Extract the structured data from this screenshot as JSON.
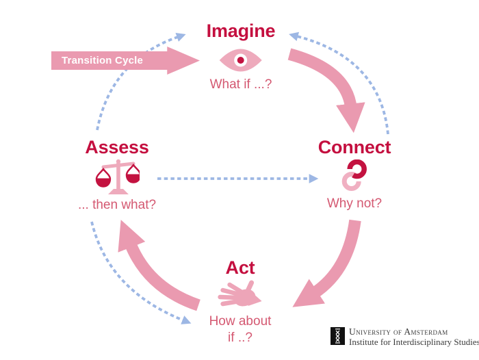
{
  "diagram": {
    "banner": {
      "label": "Transition Cycle"
    },
    "stages": [
      {
        "id": "imagine",
        "title": "Imagine",
        "subtitle": "What if ...?",
        "icon": "eye-icon"
      },
      {
        "id": "connect",
        "title": "Connect",
        "subtitle": "Why not?",
        "icon": "chain-links-icon"
      },
      {
        "id": "act",
        "title": "Act",
        "subtitle": "How about\nif ..?",
        "icon": "hand-icon"
      },
      {
        "id": "assess",
        "title": "Assess",
        "subtitle": "... then what?",
        "icon": "scales-icon"
      }
    ],
    "flow": {
      "solid_arrows": [
        {
          "from": "Imagine",
          "to": "Connect"
        },
        {
          "from": "Connect",
          "to": "Act"
        },
        {
          "from": "Act",
          "to": "Assess"
        }
      ],
      "dashed_arrows": [
        {
          "from": "Assess",
          "to": "Imagine"
        },
        {
          "from": "Connect",
          "to": "Imagine"
        },
        {
          "from": "Assess",
          "to": "Connect"
        },
        {
          "from": "Assess",
          "to": "Act"
        }
      ]
    },
    "colors": {
      "heading": "#c40f3f",
      "subtitle": "#d45871",
      "solid_arrow": "#ea9ab0",
      "dashed_arrow": "#9db7e4",
      "banner_bg": "#ea9ab0",
      "banner_text": "#ffffff",
      "icon_dark": "#c31240",
      "icon_light": "#eeaabc",
      "footer_text": "#3b3b3b",
      "logo_bg": "#111111"
    }
  },
  "footer": {
    "org": "University of Amsterdam",
    "dept": "Institute for Interdisciplinary Studies"
  }
}
